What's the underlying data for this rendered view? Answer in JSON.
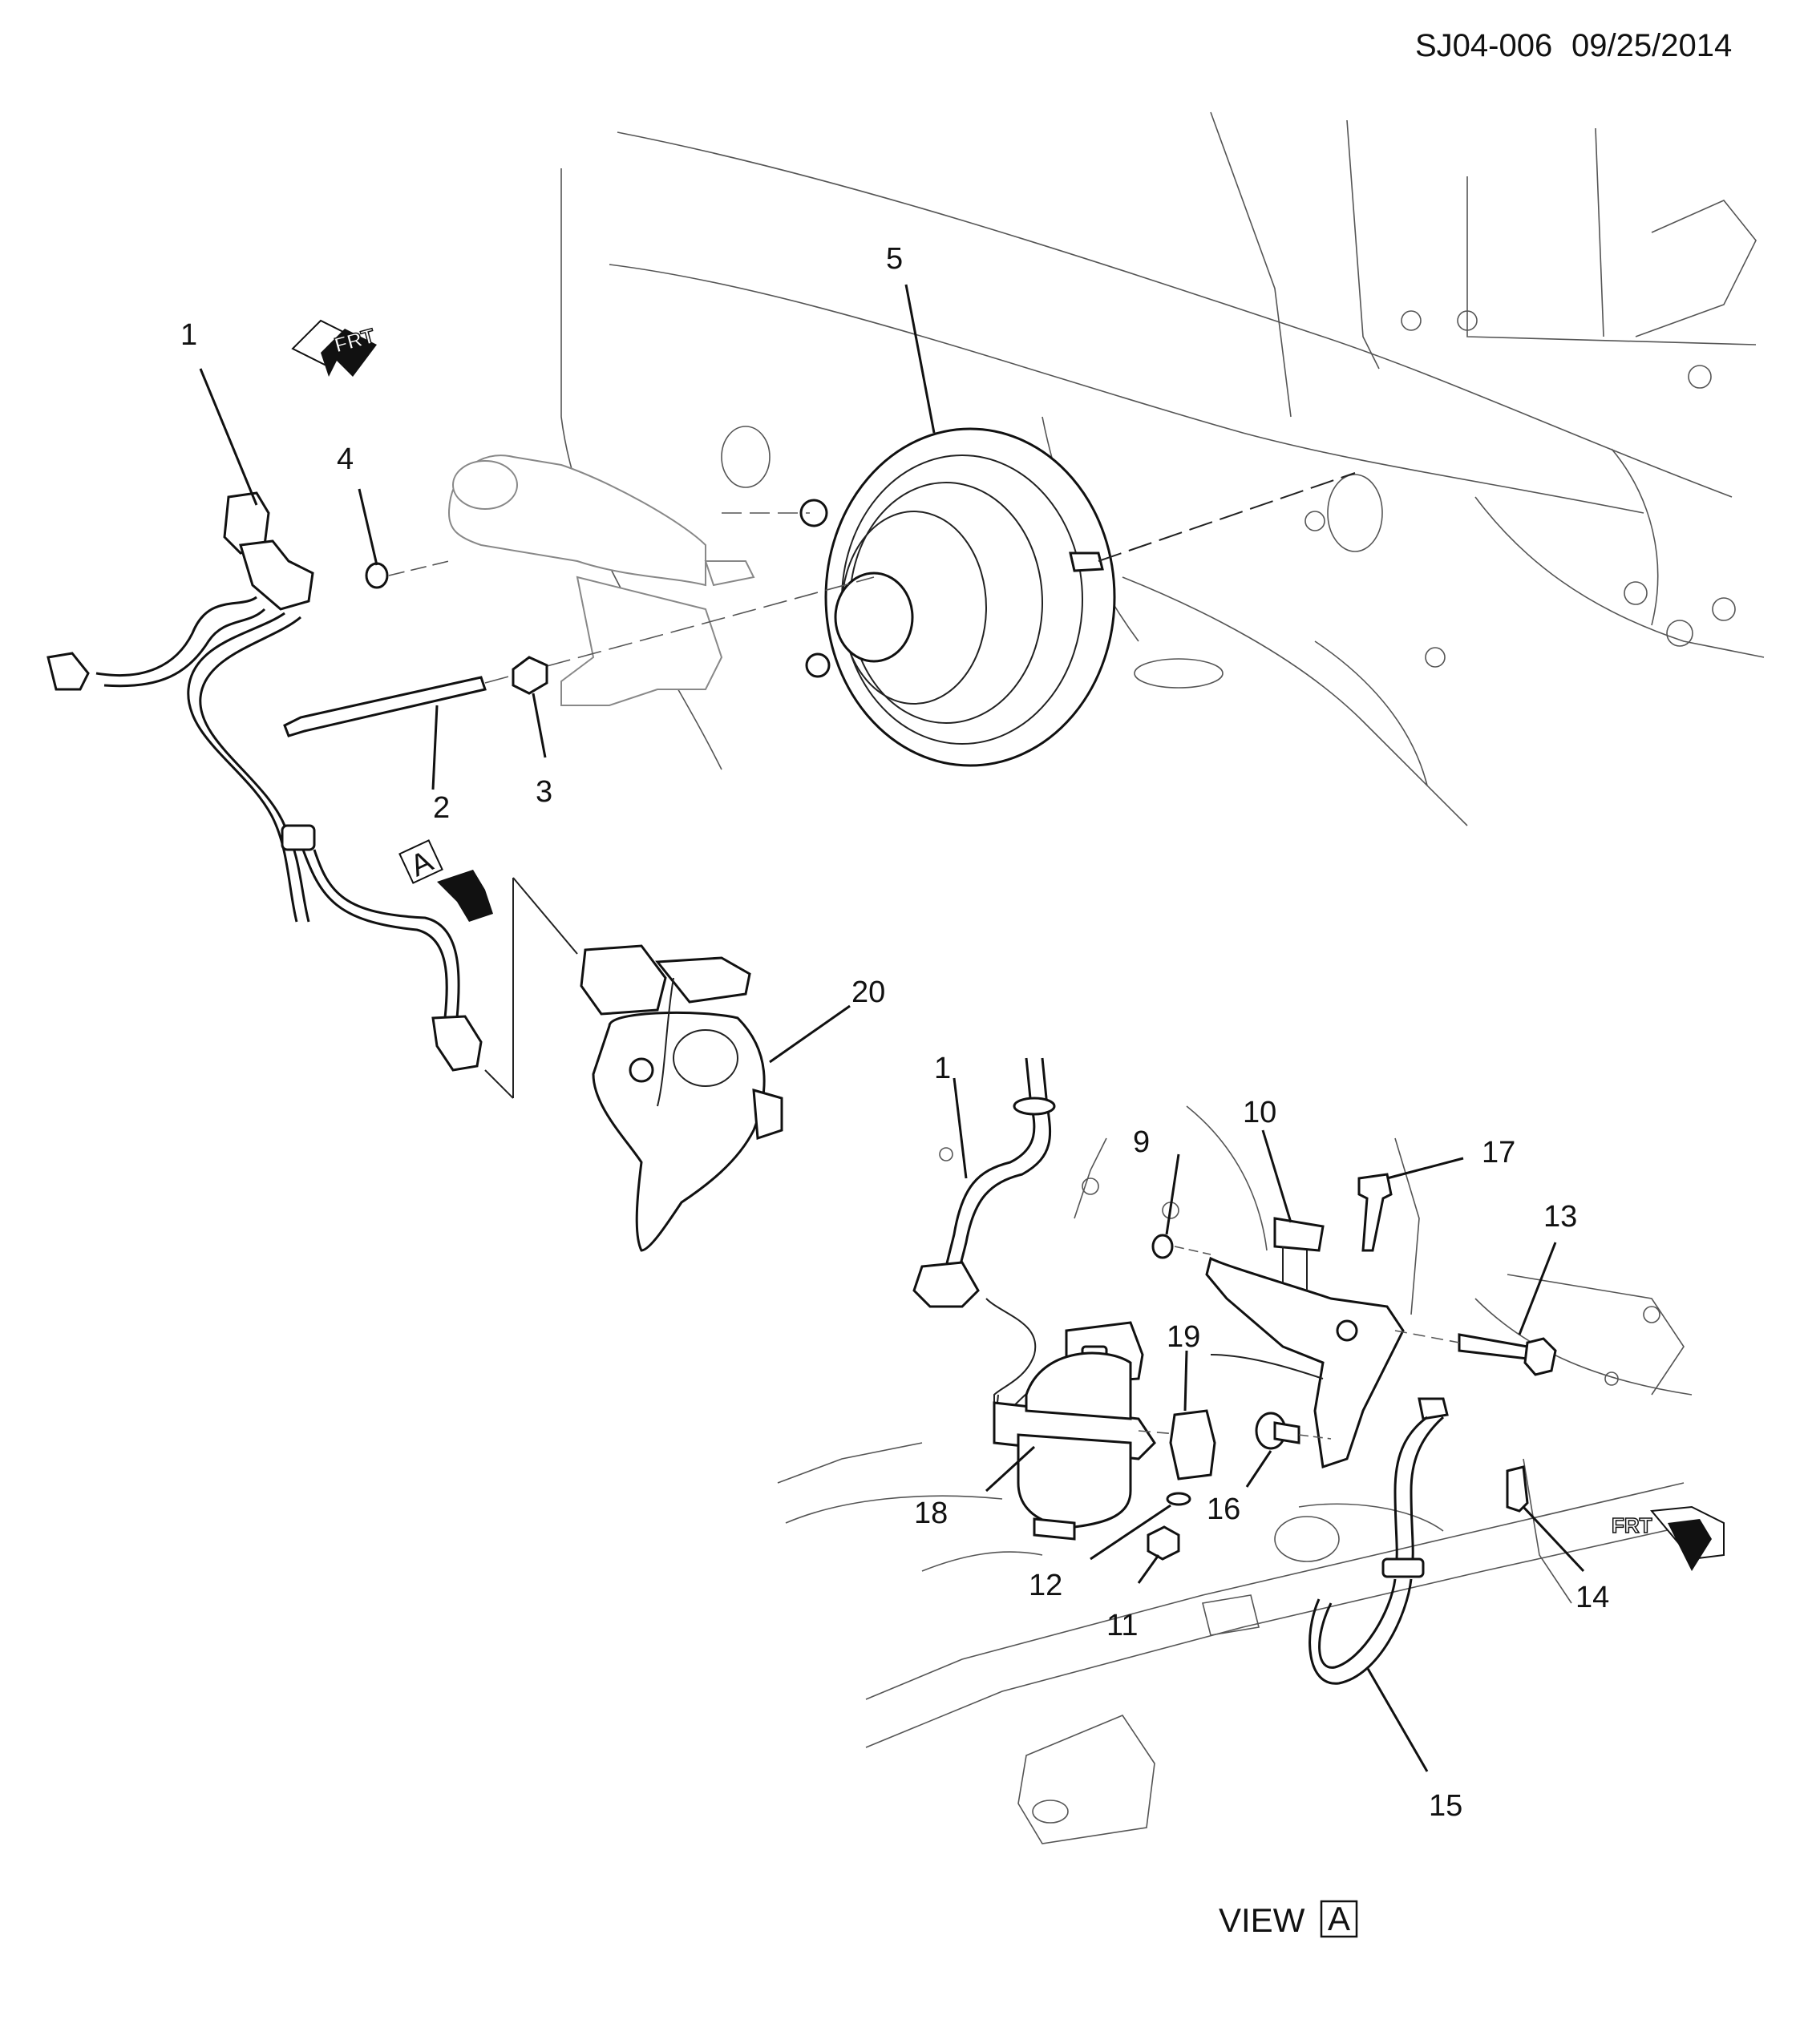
{
  "header": {
    "code": "SJ04-006",
    "date": "09/25/2014"
  },
  "orientation_markers": {
    "front_label": "FRT",
    "view_key": "A"
  },
  "view_caption": {
    "prefix": "VIEW",
    "key": "A"
  },
  "callouts": [
    "1",
    "2",
    "3",
    "4",
    "5",
    "20",
    "1",
    "9",
    "10",
    "17",
    "13",
    "19",
    "18",
    "16",
    "12",
    "11",
    "14",
    "15"
  ]
}
